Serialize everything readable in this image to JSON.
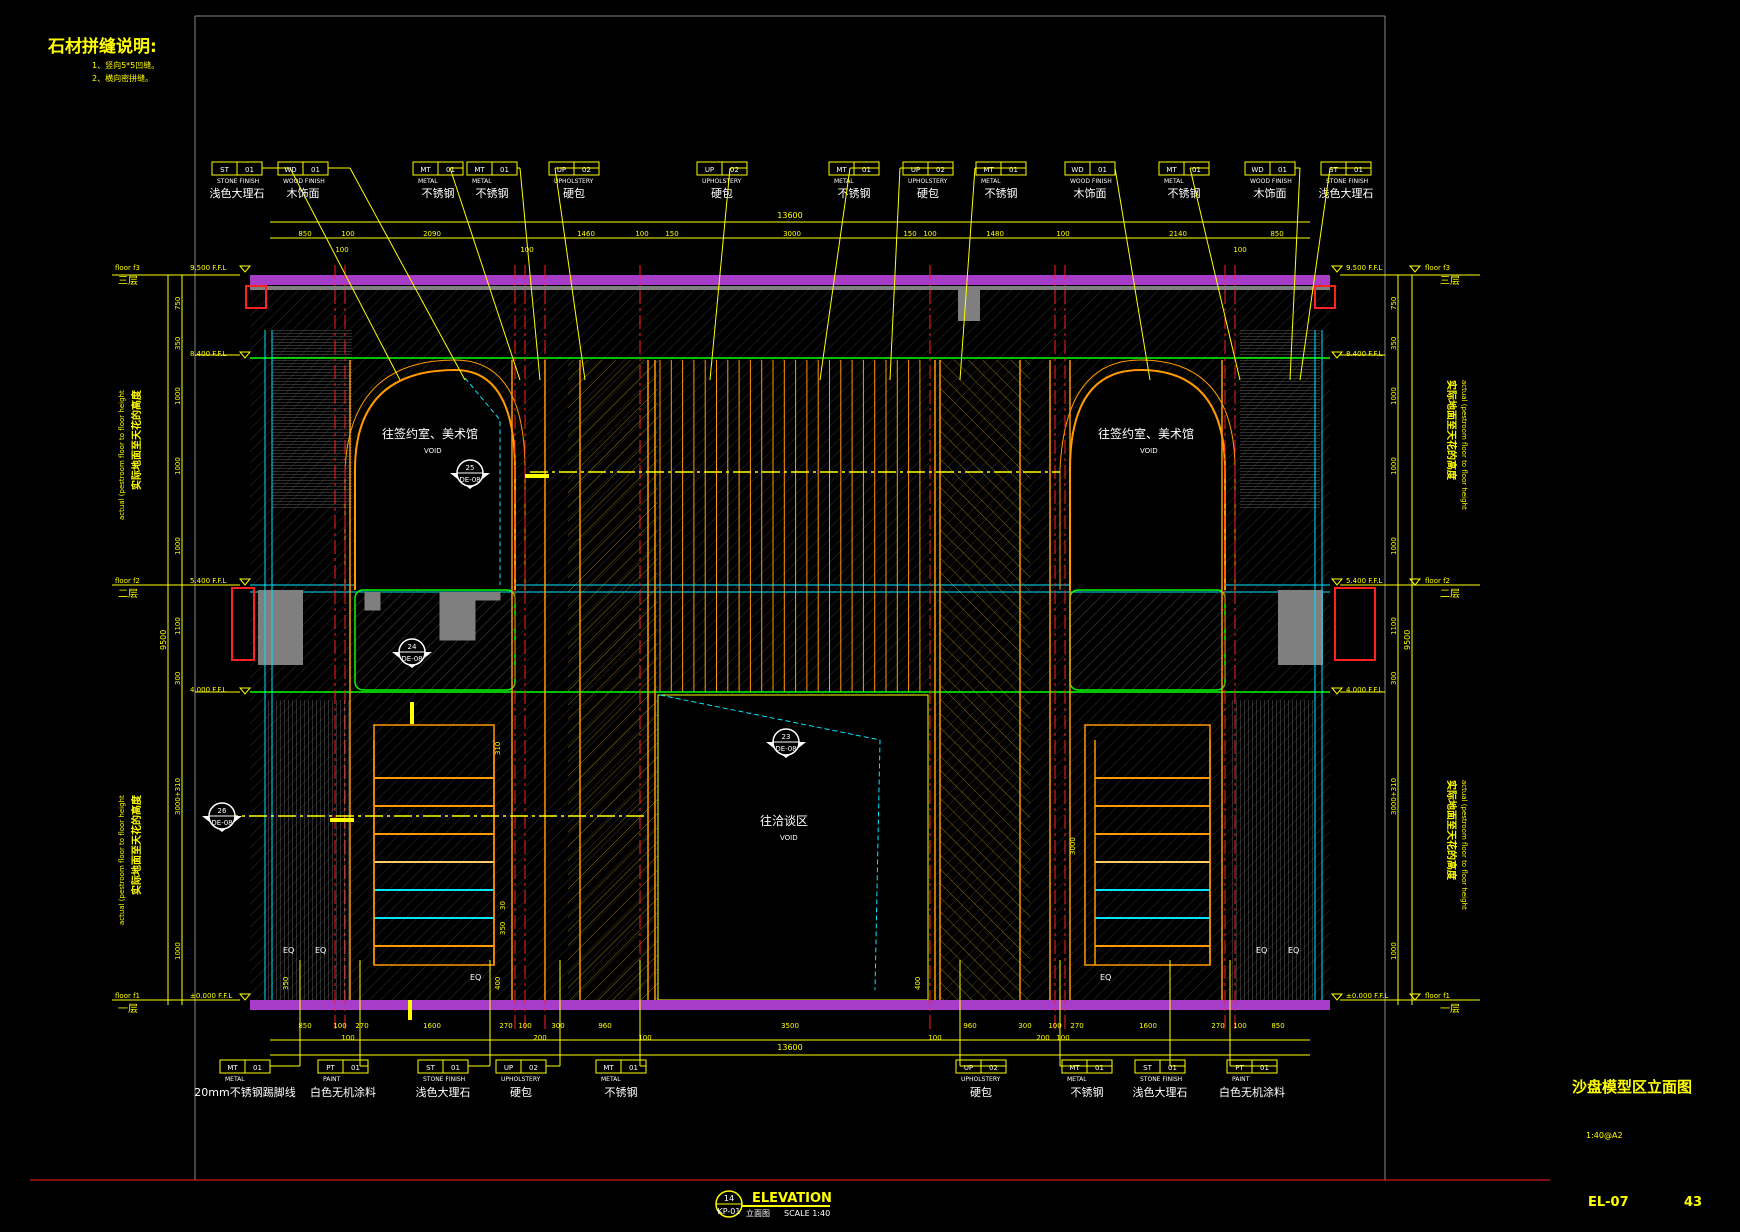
{
  "notes": {
    "title": "石材拼缝说明:",
    "items": [
      "1、竖向5*5凹缝。",
      "2、横向密拼缝。"
    ]
  },
  "material_tags_top": [
    {
      "code": "ST",
      "num": "01",
      "type": "STONE FINISH",
      "zh": "浅色大理石"
    },
    {
      "code": "WD",
      "num": "01",
      "type": "WOOD FINISH",
      "zh": "木饰面"
    },
    {
      "code": "MT",
      "num": "01",
      "type": "METAL",
      "zh": "不锈钢"
    },
    {
      "code": "MT",
      "num": "01",
      "type": "METAL",
      "zh": "不锈钢"
    },
    {
      "code": "UP",
      "num": "02",
      "type": "UPHOLSTERY",
      "zh": "硬包"
    },
    {
      "code": "UP",
      "num": "02",
      "type": "UPHOLSTERY",
      "zh": "硬包"
    },
    {
      "code": "MT",
      "num": "01",
      "type": "METAL",
      "zh": "不锈钢"
    },
    {
      "code": "UP",
      "num": "02",
      "type": "UPHOLSTERY",
      "zh": "硬包"
    },
    {
      "code": "MT",
      "num": "01",
      "type": "METAL",
      "zh": "不锈钢"
    },
    {
      "code": "WD",
      "num": "01",
      "type": "WOOD FINISH",
      "zh": "木饰面"
    },
    {
      "code": "MT",
      "num": "01",
      "type": "METAL",
      "zh": "不锈钢"
    },
    {
      "code": "WD",
      "num": "01",
      "type": "WOOD FINISH",
      "zh": "木饰面"
    },
    {
      "code": "ST",
      "num": "01",
      "type": "STONE FINISH",
      "zh": "浅色大理石"
    }
  ],
  "material_tags_bottom": [
    {
      "code": "MT",
      "num": "01",
      "type": "METAL",
      "zh": "20mm不锈钢踢脚线"
    },
    {
      "code": "PT",
      "num": "01",
      "type": "PAINT",
      "zh": "白色无机涂料"
    },
    {
      "code": "ST",
      "num": "01",
      "type": "STONE FINISH",
      "zh": "浅色大理石"
    },
    {
      "code": "UP",
      "num": "02",
      "type": "UPHOLSTERY",
      "zh": "硬包"
    },
    {
      "code": "MT",
      "num": "01",
      "type": "METAL",
      "zh": "不锈钢"
    },
    {
      "code": "UP",
      "num": "02",
      "type": "UPHOLSTERY",
      "zh": "硬包"
    },
    {
      "code": "MT",
      "num": "01",
      "type": "METAL",
      "zh": "不锈钢"
    },
    {
      "code": "ST",
      "num": "01",
      "type": "STONE FINISH",
      "zh": "浅色大理石"
    },
    {
      "code": "PT",
      "num": "01",
      "type": "PAINT",
      "zh": "白色无机涂料"
    }
  ],
  "dimensions_top": {
    "overall": "13600",
    "segments": [
      "850",
      "100",
      "2090",
      "1460",
      "100",
      "150",
      "3000",
      "150",
      "100",
      "1480",
      "100",
      "2140",
      "850"
    ],
    "small": [
      "100",
      "100",
      "100"
    ]
  },
  "dimensions_bottom": {
    "overall": "13600",
    "segments": [
      "850",
      "100",
      "270",
      "1600",
      "270",
      "100",
      "300",
      "960",
      "3500",
      "960",
      "300",
      "100",
      "270",
      "1600",
      "270",
      "100",
      "850"
    ],
    "small": [
      "100",
      "200",
      "100",
      "100",
      "200",
      "100"
    ]
  },
  "levels_left": [
    {
      "floor": "floor f3",
      "ffl": "9.500 F.F.L",
      "zh": "三层"
    },
    {
      "ffl": "8.400 F.F.L"
    },
    {
      "floor": "floor f2",
      "ffl": "5.400 F.F.L",
      "zh": "二层"
    },
    {
      "ffl": "4.000 F.F.L"
    },
    {
      "floor": "floor f1",
      "ffl": "±0.000 F.F.L",
      "zh": "一层"
    }
  ],
  "levels_right": [
    {
      "ffl": "9.500 F.F.L",
      "floor": "floor f3",
      "zh": "三层"
    },
    {
      "ffl": "8.400 F.F.L"
    },
    {
      "ffl": "5.400 F.F.L",
      "floor": "floor f2",
      "zh": "二层"
    },
    {
      "ffl": "4.000 F.F.L"
    },
    {
      "ffl": "±0.000 F.F.L",
      "floor": "floor f1",
      "zh": "一层"
    }
  ],
  "vertical_dims": {
    "left": [
      "750",
      "350",
      "1000",
      "1000",
      "1000",
      "1100",
      "300",
      "3000+310",
      "1000"
    ],
    "overall": "9500",
    "label_zh": "实际地面至天花的高度",
    "label_en": "actual (pestroom floor to floor height"
  },
  "annotations": {
    "void_left": "往签约室、美术馆",
    "void_right": "往签约室、美术馆",
    "void_center": "往洽谈区",
    "void_word": "VOID",
    "eq": "EQ",
    "inner_dims": [
      "310",
      "3000",
      "350",
      "30",
      "400",
      "350",
      "400"
    ]
  },
  "callouts": [
    {
      "num": "25",
      "ref": "DE-08"
    },
    {
      "num": "24",
      "ref": "DE-08"
    },
    {
      "num": "26",
      "ref": "DE-08"
    },
    {
      "num": "23",
      "ref": "DE-08"
    }
  ],
  "title_block": {
    "drawing_title": "沙盘模型区立面图",
    "scale": "1:40@A2",
    "sheet": "EL-07",
    "page": "43"
  },
  "elevation_label": {
    "num": "14",
    "ref": "KP-01",
    "title": "ELEVATION",
    "zh": "立面图",
    "scale": "SCALE  1:40"
  },
  "colors": {
    "background": "#000000",
    "yellow": "#ffff00",
    "orange": "#ff9a00",
    "red": "#ff2020",
    "magenta": "#a63cc8",
    "green": "#00ff00",
    "cyan": "#00e5ff",
    "white": "#ffffff",
    "gray": "#7f7f7f"
  }
}
